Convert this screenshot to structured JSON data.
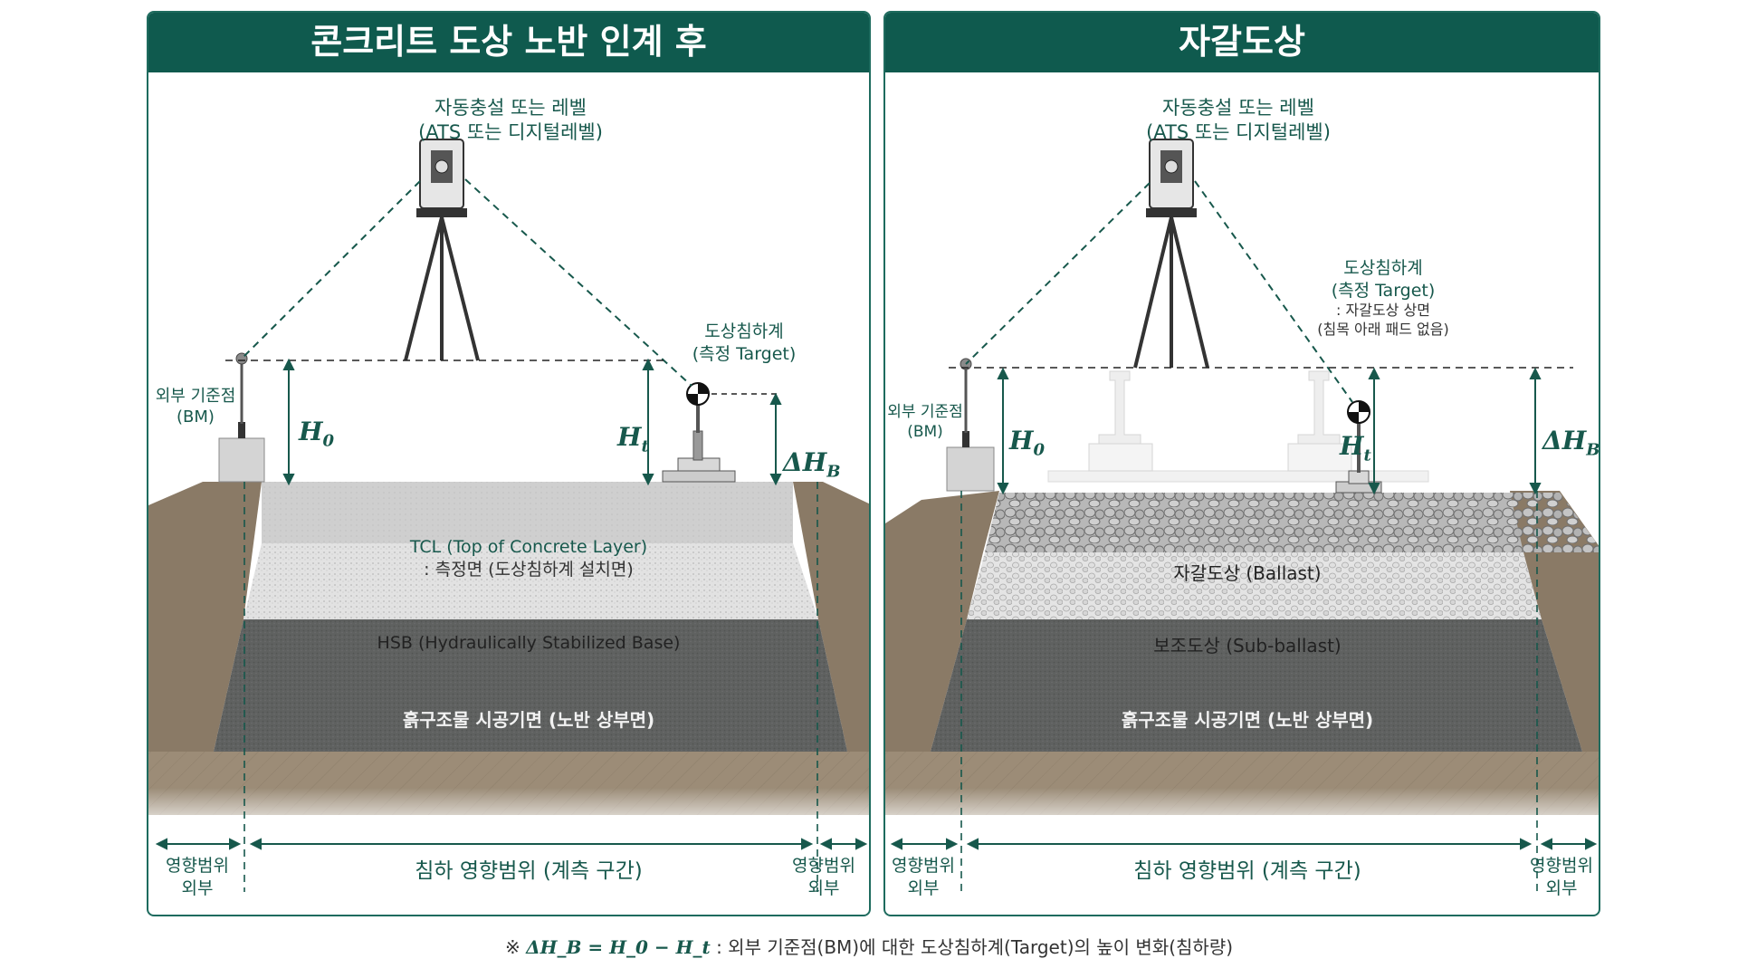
{
  "left_panel": {
    "title": "콘크리트 도상 노반 인계 후",
    "instrument_line1": "자동충설 또는 레벨",
    "instrument_line2": "(ATS 또는 디지털레벨)",
    "bm_line1": "외부 기준점",
    "bm_line2": "(BM)",
    "target_line1": "도상침하계",
    "target_line2": "(측정 Target)",
    "layers": [
      {
        "line1": "TCL (Top of Concrete Layer)",
        "line2": ": 측정면 (도상침하계 설치면)"
      },
      {
        "line1": "HSB (Hydraulically Stabilized Base)"
      },
      {
        "line1": "흙구조물 시공기면 (노반 상부면)"
      }
    ],
    "range_outside": [
      "영향범위",
      "외부"
    ],
    "range_center": "침하 영향범위 (계측 구간)"
  },
  "right_panel": {
    "title": "자갈도상",
    "instrument_line1": "자동충설 또는 레벨",
    "instrument_line2": "(ATS 또는 디지털레벨)",
    "bm_line1": "외부 기준점",
    "bm_line2": "(BM)",
    "target_line1": "도상침하계",
    "target_line2": "(측정 Target)",
    "target_note1": ": 자갈도상 상면",
    "target_note2": "(침목 아래 패드 없음)",
    "layers": [
      {
        "line1": "자갈도상 (Ballast)"
      },
      {
        "line1": "보조도상 (Sub-ballast)"
      },
      {
        "line1": "흙구조물 시공기면 (노반 상부면)"
      }
    ],
    "range_outside": [
      "영향범위",
      "외부"
    ],
    "range_center": "침하 영향범위 (계측 구간)"
  },
  "symbols": {
    "h0": "H",
    "h0_sub": "0",
    "ht": "H",
    "ht_sub": "t",
    "dhb": "ΔH",
    "dhb_sub": "B"
  },
  "footnote": {
    "mark": "※",
    "equation": "ΔH_B = H_0 − H_t",
    "text": ": 외부 기준점(BM)에 대한 도상침하계(Target)의 높이 변화(침하량)"
  },
  "colors": {
    "header": "#0f5a4e",
    "accent": "#17584c",
    "earth": "#8a7a66",
    "concrete": "#cfcfcf",
    "hsb": "#e2e2e2",
    "subgrade": "#5f6160",
    "ballast": "#a9a9a9"
  },
  "icons": [
    "total-station-icon",
    "tripod-icon",
    "benchmark-icon",
    "target-icon",
    "rail-icon"
  ]
}
